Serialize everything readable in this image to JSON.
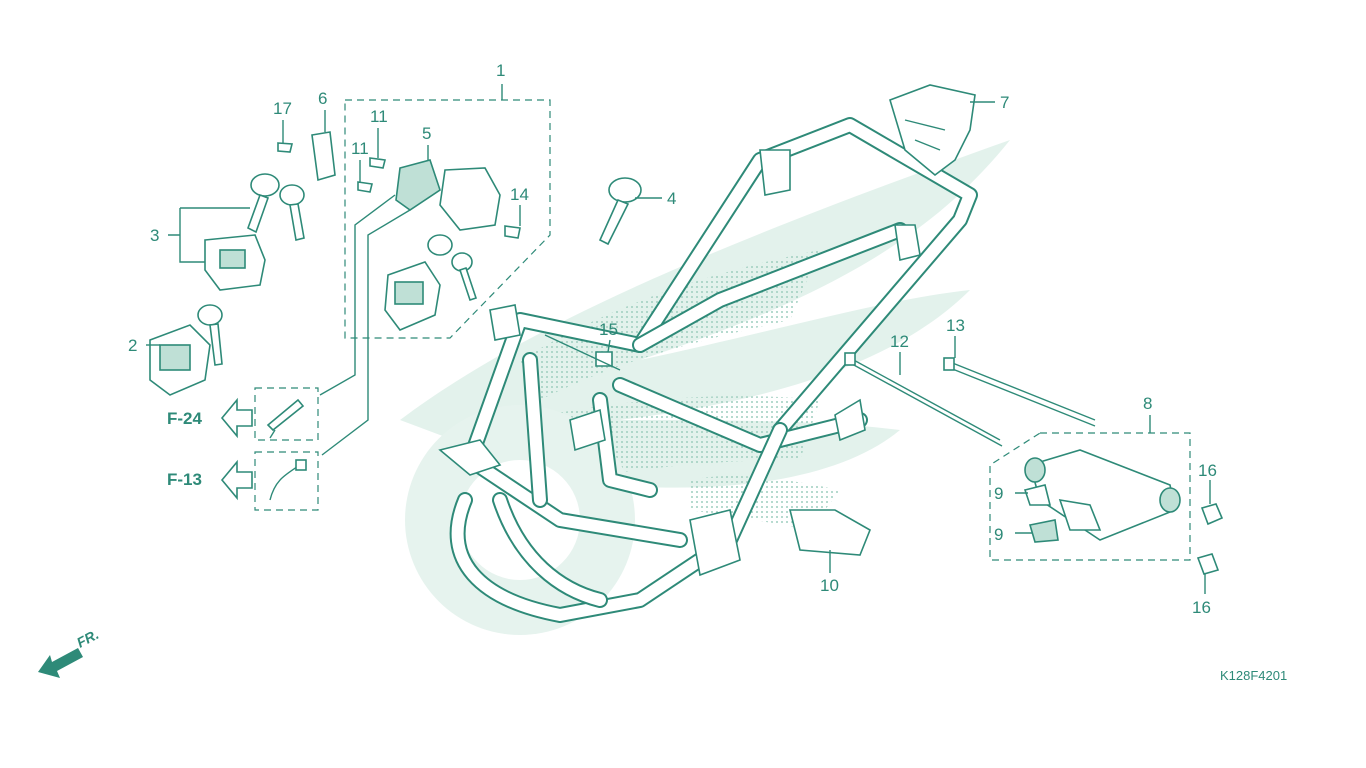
{
  "callouts": [
    {
      "id": "c1",
      "text": "1"
    },
    {
      "id": "c2",
      "text": "2"
    },
    {
      "id": "c3",
      "text": "3"
    },
    {
      "id": "c4",
      "text": "4"
    },
    {
      "id": "c5",
      "text": "5"
    },
    {
      "id": "c6",
      "text": "6"
    },
    {
      "id": "c7",
      "text": "7"
    },
    {
      "id": "c8",
      "text": "8"
    },
    {
      "id": "c9a",
      "text": "9"
    },
    {
      "id": "c9b",
      "text": "9"
    },
    {
      "id": "c10",
      "text": "10"
    },
    {
      "id": "c11a",
      "text": "11"
    },
    {
      "id": "c11b",
      "text": "11"
    },
    {
      "id": "c12",
      "text": "12"
    },
    {
      "id": "c13",
      "text": "13"
    },
    {
      "id": "c14",
      "text": "14"
    },
    {
      "id": "c15",
      "text": "15"
    },
    {
      "id": "c16a",
      "text": "16"
    },
    {
      "id": "c16b",
      "text": "16"
    },
    {
      "id": "c17",
      "text": "17"
    }
  ],
  "references": {
    "f24": "F-24",
    "f13": "F-13"
  },
  "direction_label": "FR.",
  "diagram_code": "K128F4201",
  "colors": {
    "line": "#2e8a78",
    "watermark": "#d6ece5",
    "fill": "#bfe0d6"
  }
}
